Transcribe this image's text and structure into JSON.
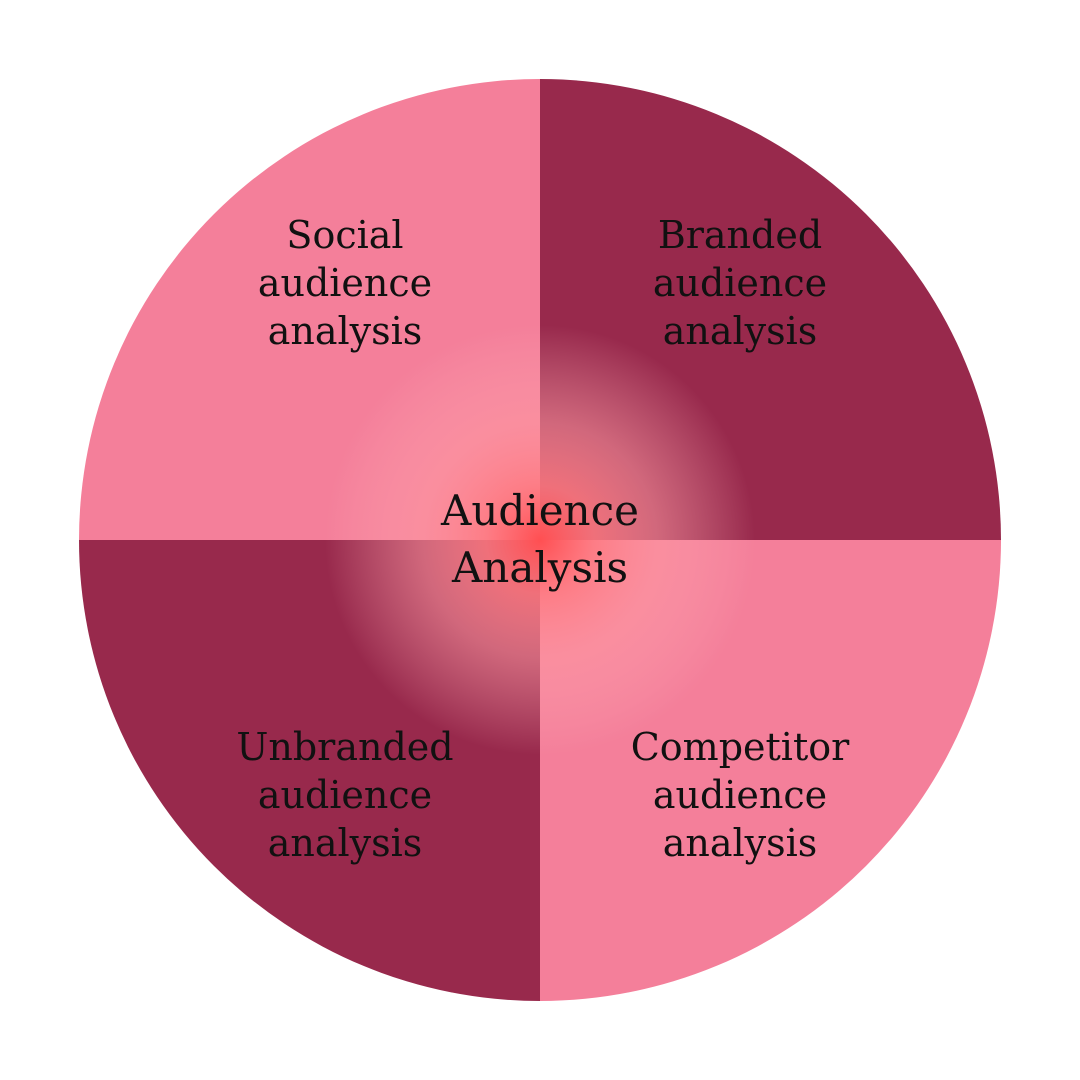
{
  "colors": {
    "light_quadrant": "#f47f9a",
    "dark_quadrant": "#98294c",
    "center_glow": "#ff4f52",
    "text": "#111111"
  },
  "center": {
    "label": "Audience\nAnalysis"
  },
  "quadrants": [
    {
      "position": "top-left",
      "label": "Social\naudience\nanalysis",
      "tone": "light"
    },
    {
      "position": "top-right",
      "label": "Branded\naudience\nanalysis",
      "tone": "dark"
    },
    {
      "position": "bottom-left",
      "label": "Unbranded\naudience\nanalysis",
      "tone": "dark"
    },
    {
      "position": "bottom-right",
      "label": "Competitor\naudience\nanalysis",
      "tone": "light"
    }
  ]
}
